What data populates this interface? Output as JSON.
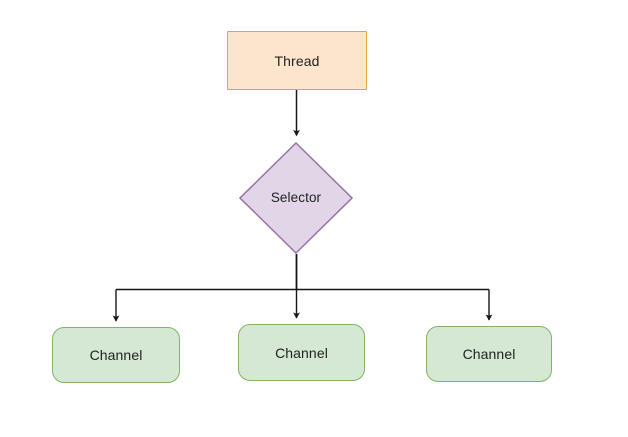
{
  "diagram": {
    "type": "flowchart",
    "title": "",
    "background_color": "#ffffff",
    "nodes": [
      {
        "id": "thread",
        "label": "Thread",
        "shape": "rectangle",
        "fill": "#fce5cd",
        "stroke": "#e0a93b"
      },
      {
        "id": "selector",
        "label": "Selector",
        "shape": "diamond",
        "fill": "#e1d5e7",
        "stroke": "#9673a6"
      },
      {
        "id": "channel-left",
        "label": "Channel",
        "shape": "rounded-rectangle",
        "fill": "#d5e8d4",
        "stroke": "#82b366"
      },
      {
        "id": "channel-middle",
        "label": "Channel",
        "shape": "rounded-rectangle",
        "fill": "#d5e8d4",
        "stroke": "#82b366"
      },
      {
        "id": "channel-right",
        "label": "Channel",
        "shape": "rounded-rectangle",
        "fill": "#d5e8d4",
        "stroke": "#82b366"
      }
    ],
    "edges": [
      {
        "id": "thread-to-selector",
        "from": "thread",
        "to": "selector",
        "label": "",
        "arrow": "end",
        "stroke": "#1a1a1a"
      },
      {
        "id": "selector-to-channel-left",
        "from": "selector",
        "to": "channel-left",
        "label": "",
        "arrow": "end",
        "stroke": "#1a1a1a"
      },
      {
        "id": "selector-to-channel-middle",
        "from": "selector",
        "to": "channel-middle",
        "label": "",
        "arrow": "end",
        "stroke": "#1a1a1a"
      },
      {
        "id": "selector-to-channel-right",
        "from": "selector",
        "to": "channel-right",
        "label": "",
        "arrow": "end",
        "stroke": "#1a1a1a"
      }
    ]
  }
}
